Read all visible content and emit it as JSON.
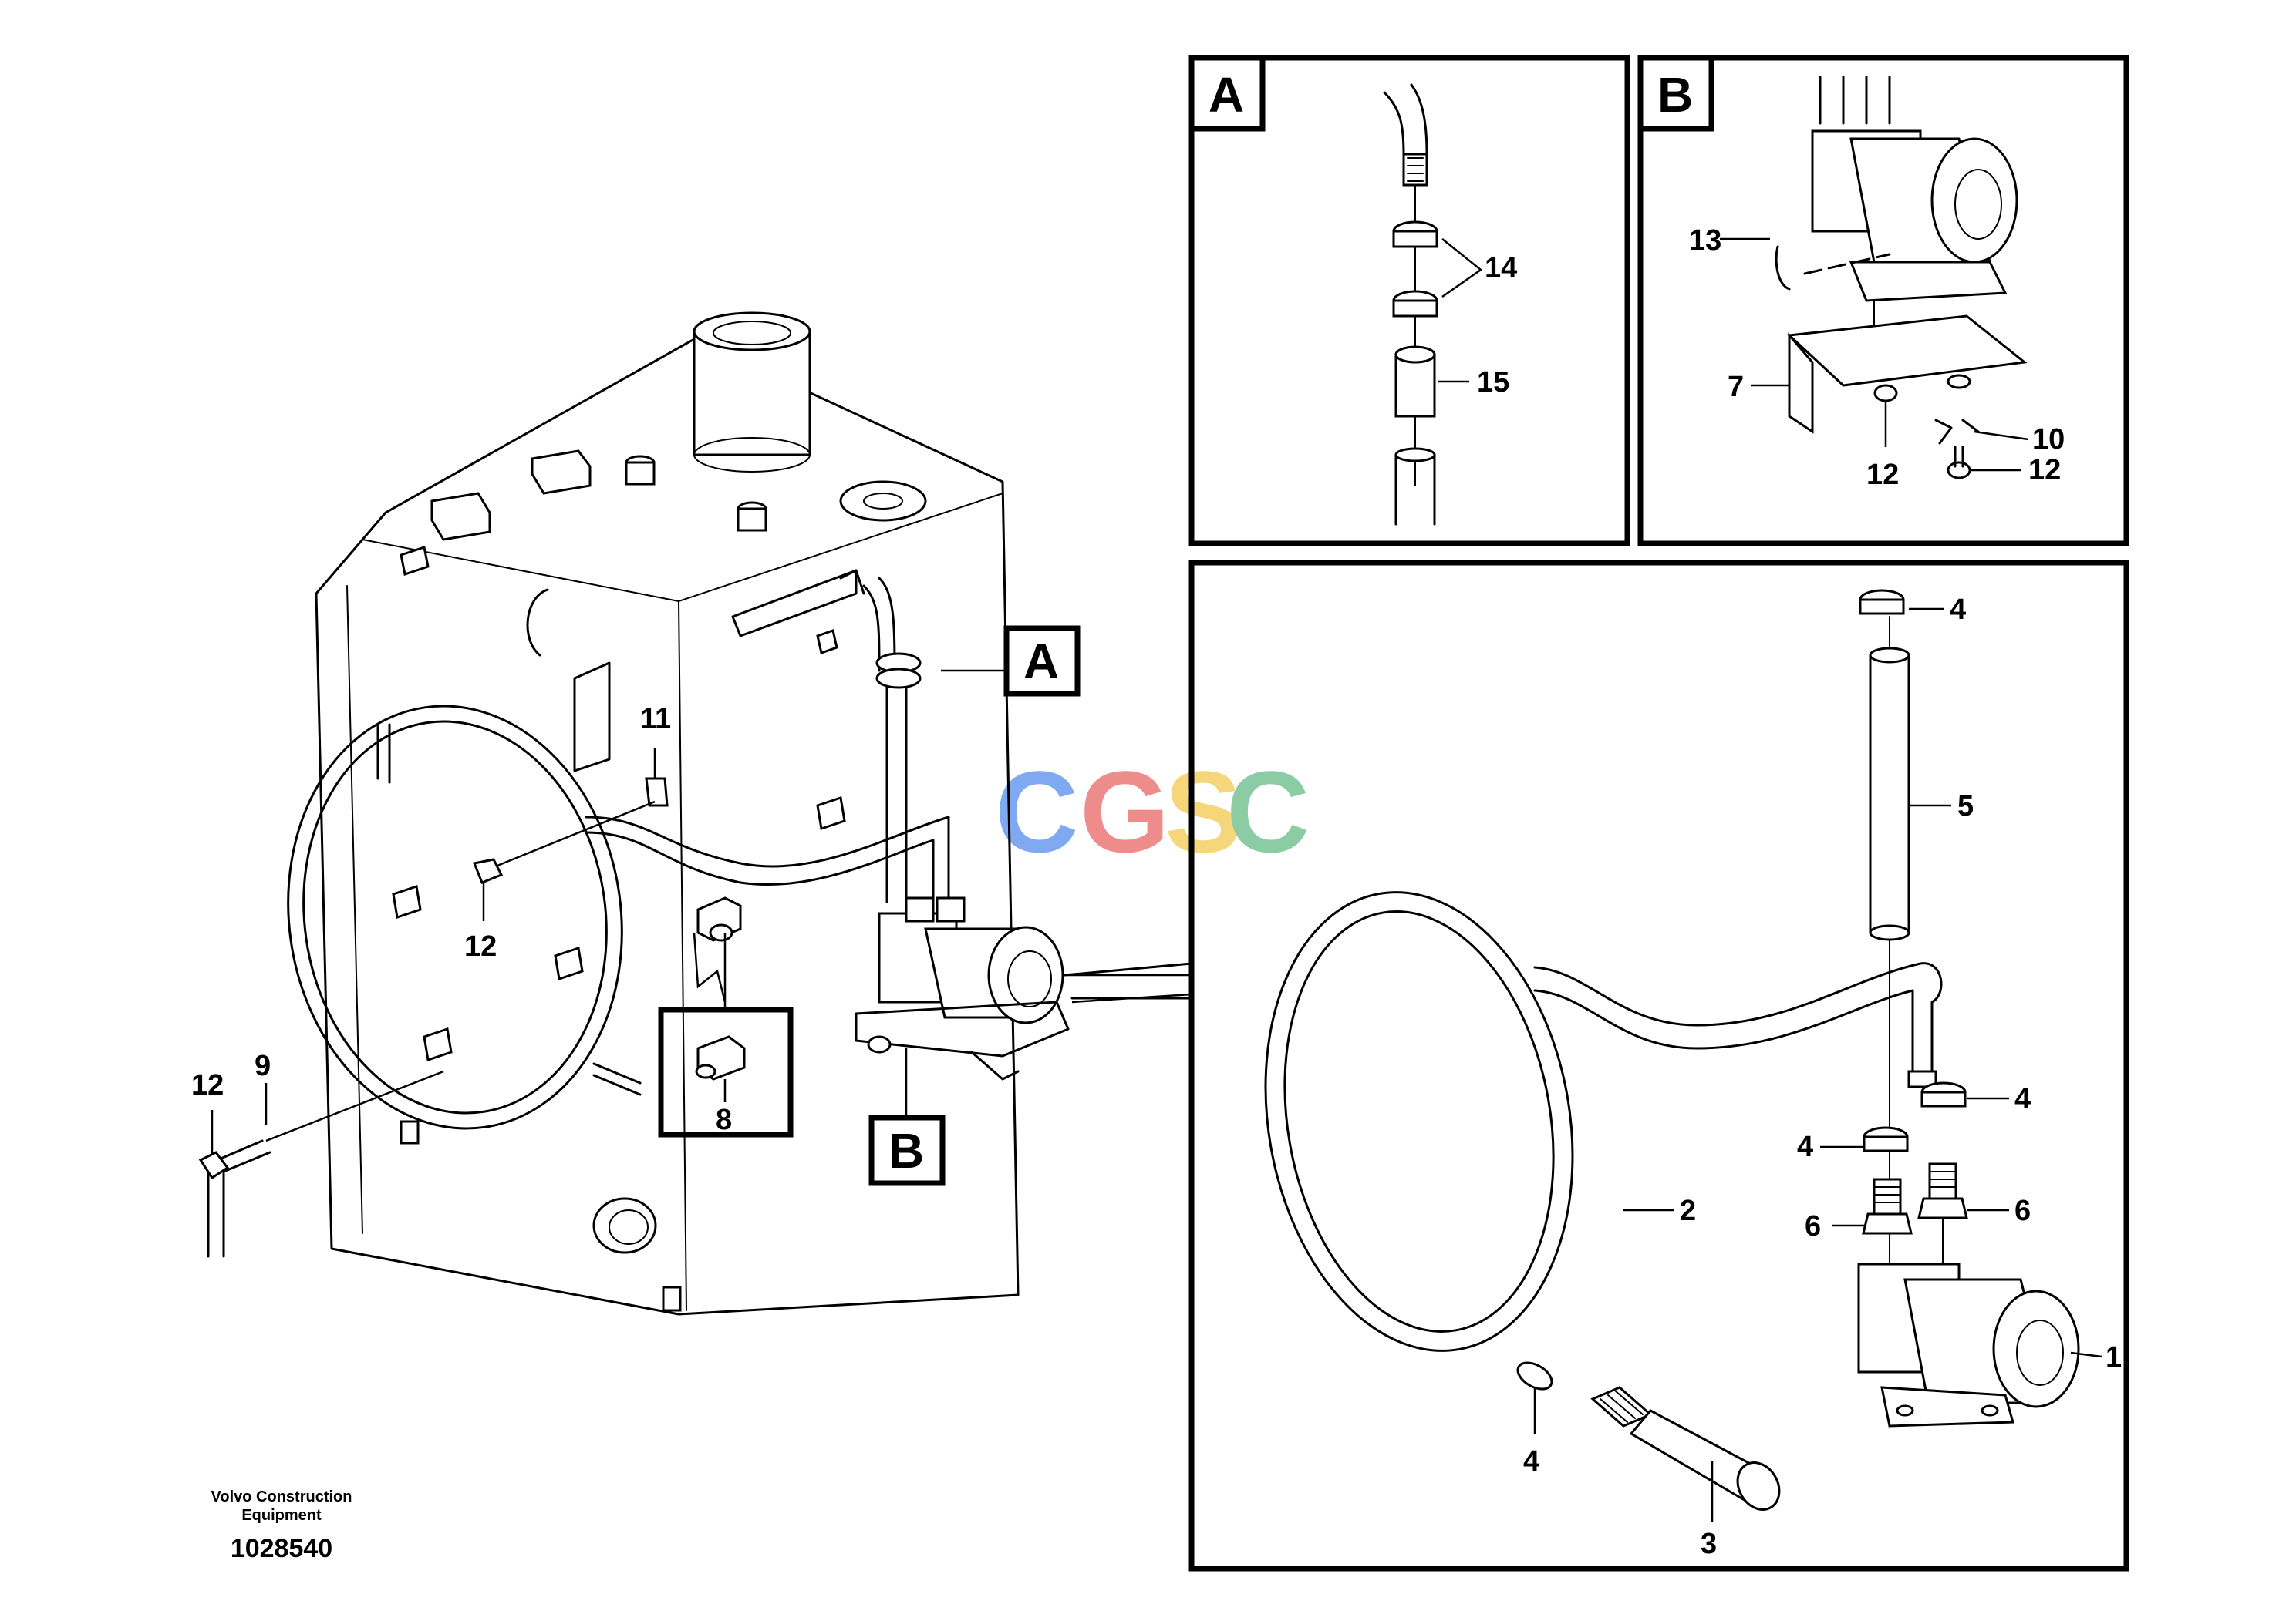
{
  "watermark": {
    "letters": [
      "C",
      "G",
      "S",
      "C"
    ],
    "colors": [
      "#7fa9f0",
      "#ee8c8c",
      "#f5d67a",
      "#8ccca4"
    ]
  },
  "detail_tags": {
    "a": "A",
    "b": "B"
  },
  "callouts": {
    "main_11": "11",
    "main_12_upper": "12",
    "main_12_left": "12",
    "main_9": "9",
    "main_8": "8",
    "a_14": "14",
    "a_15": "15",
    "b_13": "13",
    "b_7": "7",
    "b_12_left": "12",
    "b_10": "10",
    "b_12_right": "12",
    "c_4_top": "4",
    "c_5": "5",
    "c_4_right": "4",
    "c_4_left": "4",
    "c_6_left": "6",
    "c_6_right": "6",
    "c_2": "2",
    "c_1": "1",
    "c_4_bottom": "4",
    "c_3": "3"
  },
  "footer": {
    "maker_line1": "Volvo Construction",
    "maker_line2": "Equipment",
    "drawing_number": "1028540"
  }
}
